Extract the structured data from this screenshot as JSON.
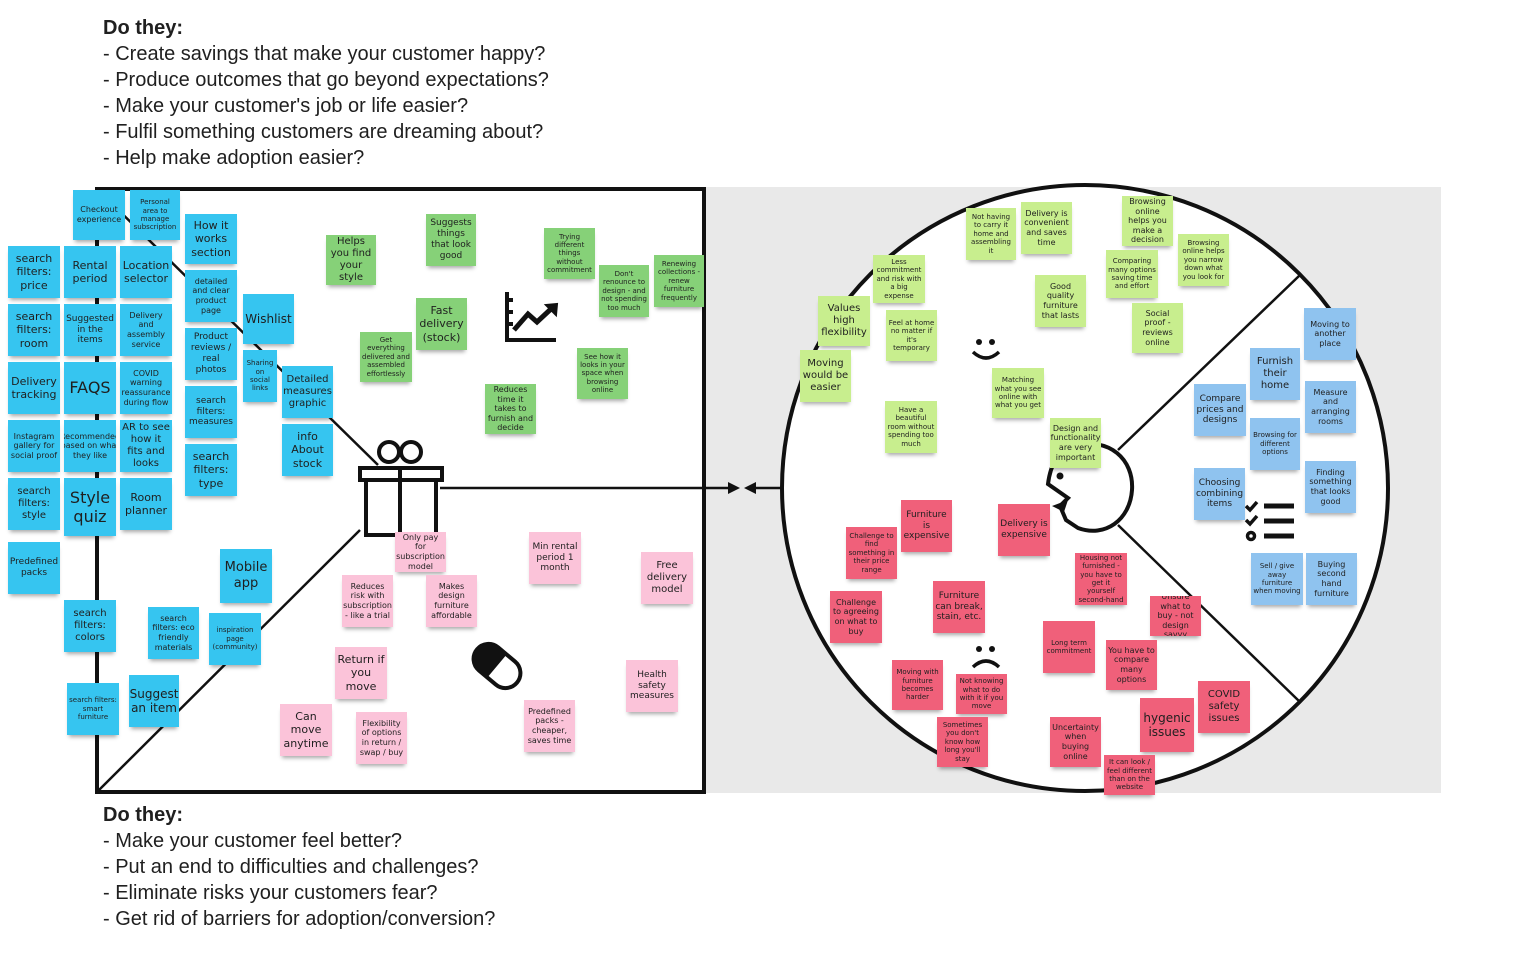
{
  "top_questions": {
    "heading": "Do they:",
    "items": [
      "- Create savings that make your customer happy?",
      "- Produce outcomes that go beyond expectations?",
      "- Make your customer's job or life easier?",
      "- Fulfil something customers are dreaming about?",
      "- Help make adoption easier?"
    ]
  },
  "bottom_questions": {
    "heading": "Do they:",
    "items": [
      "- Make your customer feel better?",
      "- Put an end to difficulties and challenges?",
      "- Eliminate risks your customers fear?",
      "- Get rid of barriers for adoption/conversion?"
    ]
  },
  "colors": {
    "products_services": "#36c5f0",
    "gain_creators": "#86d178",
    "pain_relievers": "#fbc3d9",
    "gains": "#c8ee8e",
    "pains": "#f0607a",
    "jobs": "#8fc3ef",
    "canvas_bg": "#e9e9e9"
  },
  "icons": {
    "gain_creators": "chart-trend-up-icon",
    "products_services": "gift-icon",
    "pain_relievers": "pill-icon",
    "gains": "smile-face-icon",
    "pains": "frown-face-icon",
    "jobs": "checklist-icon",
    "customer": "head-profile-icon"
  },
  "products_services": [
    "Checkout experience",
    "Personal area to manage subscription",
    "How it works section",
    "search filters: price",
    "Rental period",
    "Location selector",
    "detailed and clear product page",
    "Wishlist",
    "search filters: room",
    "Suggested in the items",
    "Delivery and assembly service",
    "Product reviews / real photos",
    "Detailed measures graphic",
    "Delivery tracking",
    "FAQS",
    "COVID warning reassurance during flow",
    "search filters: measures",
    "Instagram gallery for social proof",
    "Sharing on social links",
    "Recommended based on what they like",
    "AR to see how it fits and looks",
    "search filters: type",
    "info About stock",
    "search filters: style",
    "Style quiz",
    "Room planner",
    "Mobile app",
    "search filters: eco friendly materials",
    "inspiration page (community)",
    "Predefined packs",
    "search filters: colors",
    "search filters: smart furniture",
    "Suggest an item"
  ],
  "gain_creators": [
    "Helps you find your style",
    "Suggests things that look good",
    "Trying different things without commitment",
    "Don't renounce to design - and not spending too much",
    "Renewing collections - renew furniture frequently",
    "Fast delivery (stock)",
    "Get everything delivered and assembled effortlessly",
    "See how it looks in your space when browsing online",
    "Reduces time it takes to furnish and decide"
  ],
  "pain_relievers": [
    "Only pay for subscription model",
    "Reduces risk with subscription - like a trial",
    "Makes design furniture affordable",
    "Min rental period 1 month",
    "Free delivery model",
    "Return if you move",
    "Can move anytime",
    "Flexibility of options in return / swap / buy",
    "Health safety measures",
    "Predefined packs - cheaper, saves time"
  ],
  "gains": [
    "Not having to carry it home and assembling it",
    "Delivery is convenient and saves time",
    "Browsing online helps you make a decision",
    "Browsing online helps you narrow down what you look for",
    "Comparing many options saving time and effort",
    "Less commitment and risk with a big expense",
    "Good quality furniture that lasts",
    "Social proof - reviews online",
    "Values high flexibility",
    "Feel at home no matter if it's temporary",
    "Moving would be easier",
    "Matching what you see online with what you get",
    "Have a beautiful room without spending too much",
    "Design and functionality are very important"
  ],
  "jobs": [
    "Moving to another place",
    "Furnish their home",
    "Compare prices and designs",
    "Measure and arranging rooms",
    "Browsing for different options",
    "Choosing combining items",
    "Finding something that looks good",
    "Sell / give away furniture when moving",
    "Buying second hand furniture"
  ],
  "pains": [
    "Furniture is expensive",
    "Delivery is expensive",
    "Challenge to find something in their price range",
    "Housing not furnished - you have to get it yourself second-hand",
    "Challenge to agreeing on what to buy",
    "Furniture can break, stain, etc.",
    "Unsure what to buy - not design savvy",
    "Long term commitment",
    "You have to compare many options",
    "Moving with furniture becomes harder",
    "Not knowing what to do with it if you move",
    "COVID safety issues",
    "hygenic issues",
    "Sometimes you don't know how long you'll stay",
    "Uncertainty when buying online",
    "It can look / feel different than on the website"
  ]
}
